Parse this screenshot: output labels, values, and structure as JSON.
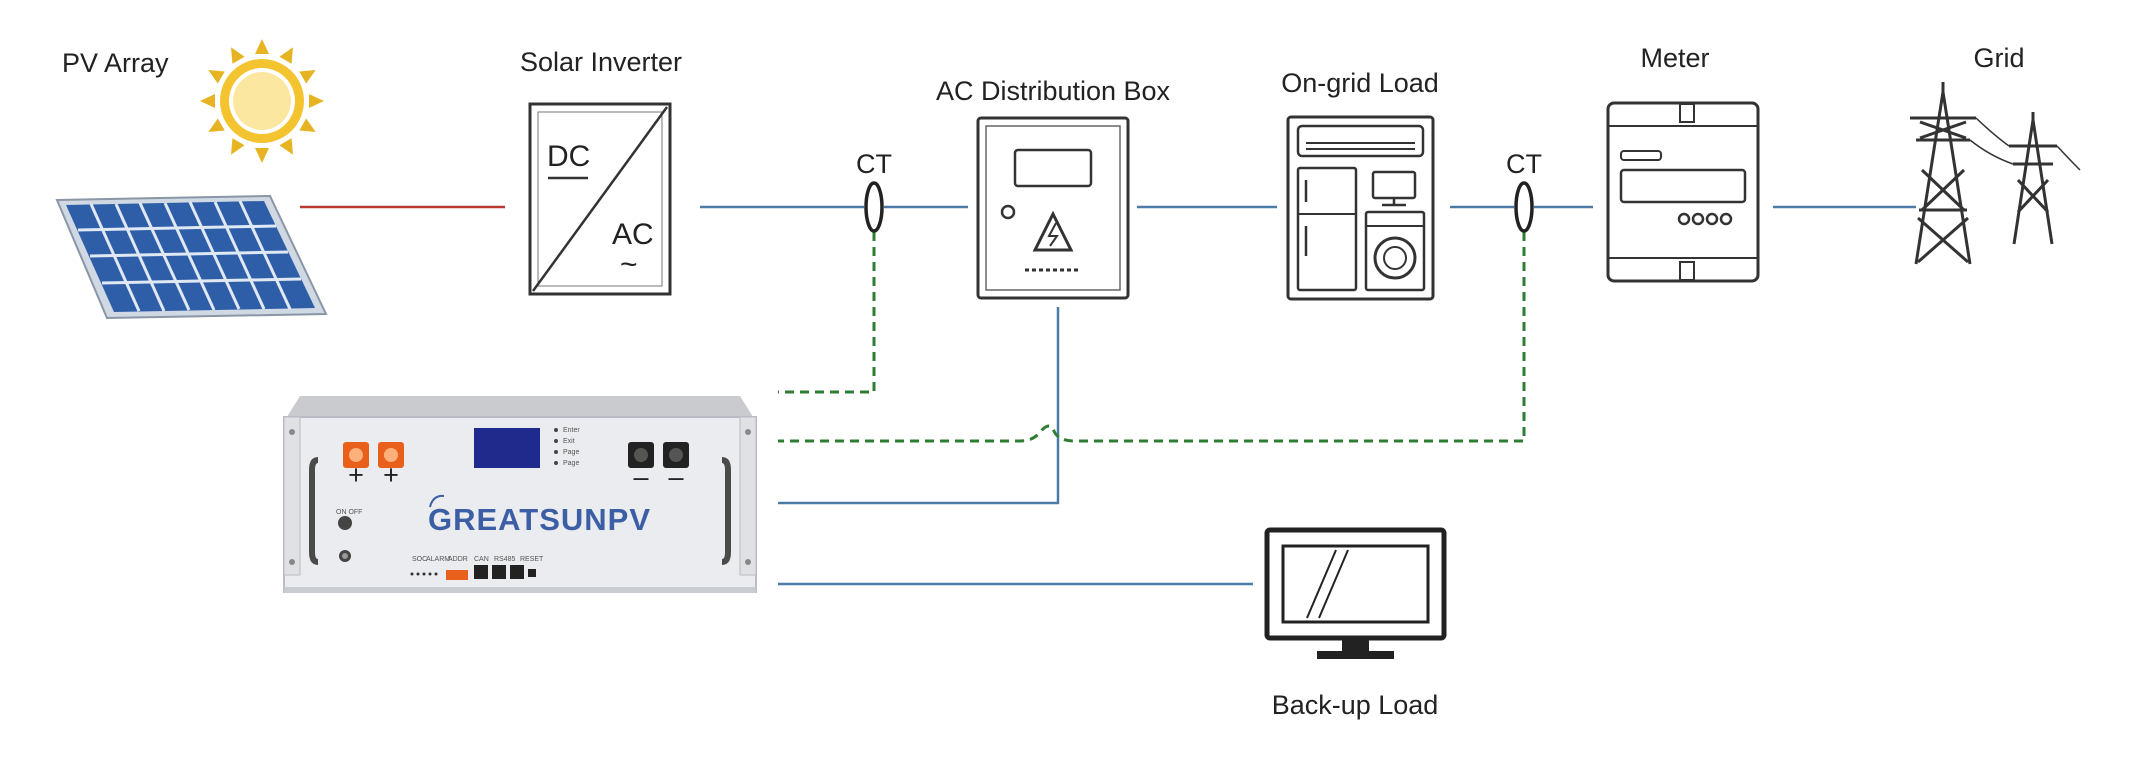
{
  "labels": {
    "pv_array": "PV Array",
    "solar_inverter": "Solar Inverter",
    "ac_distribution_box": "AC Distribution Box",
    "on_grid_load": "On-grid Load",
    "meter": "Meter",
    "grid": "Grid",
    "backup_load": "Back-up Load",
    "ct_left": "CT",
    "ct_right": "CT"
  },
  "inverter": {
    "dc": "DC",
    "ac": "AC",
    "ac_symbol": "~"
  },
  "battery": {
    "brand": "GREATSUNPV",
    "plus": "+",
    "minus": "–",
    "on_off": "ON OFF",
    "indicators": [
      "Enter",
      "Exit",
      "Page",
      "Page"
    ],
    "port_labels": [
      "SOC",
      "ALARM",
      "ADDR",
      "CAN",
      "RS485",
      "RESET"
    ]
  },
  "colors": {
    "dc_line": "#b83a32",
    "ac_line": "#4d7ba8",
    "comm_line": "#2e7d32",
    "solar_panel": "#2f5ea8",
    "sun": "#e6b422",
    "connector": "#e8601c",
    "brand_text": "#3b5ea5"
  },
  "icons": [
    "sun-icon",
    "solar-panel-icon",
    "inverter-icon",
    "ct-clamp-icon",
    "distribution-box-icon",
    "air-conditioner-icon",
    "refrigerator-icon",
    "computer-icon",
    "washing-machine-icon",
    "energy-meter-icon",
    "transmission-tower-icon",
    "monitor-icon",
    "battery-rack-icon"
  ]
}
